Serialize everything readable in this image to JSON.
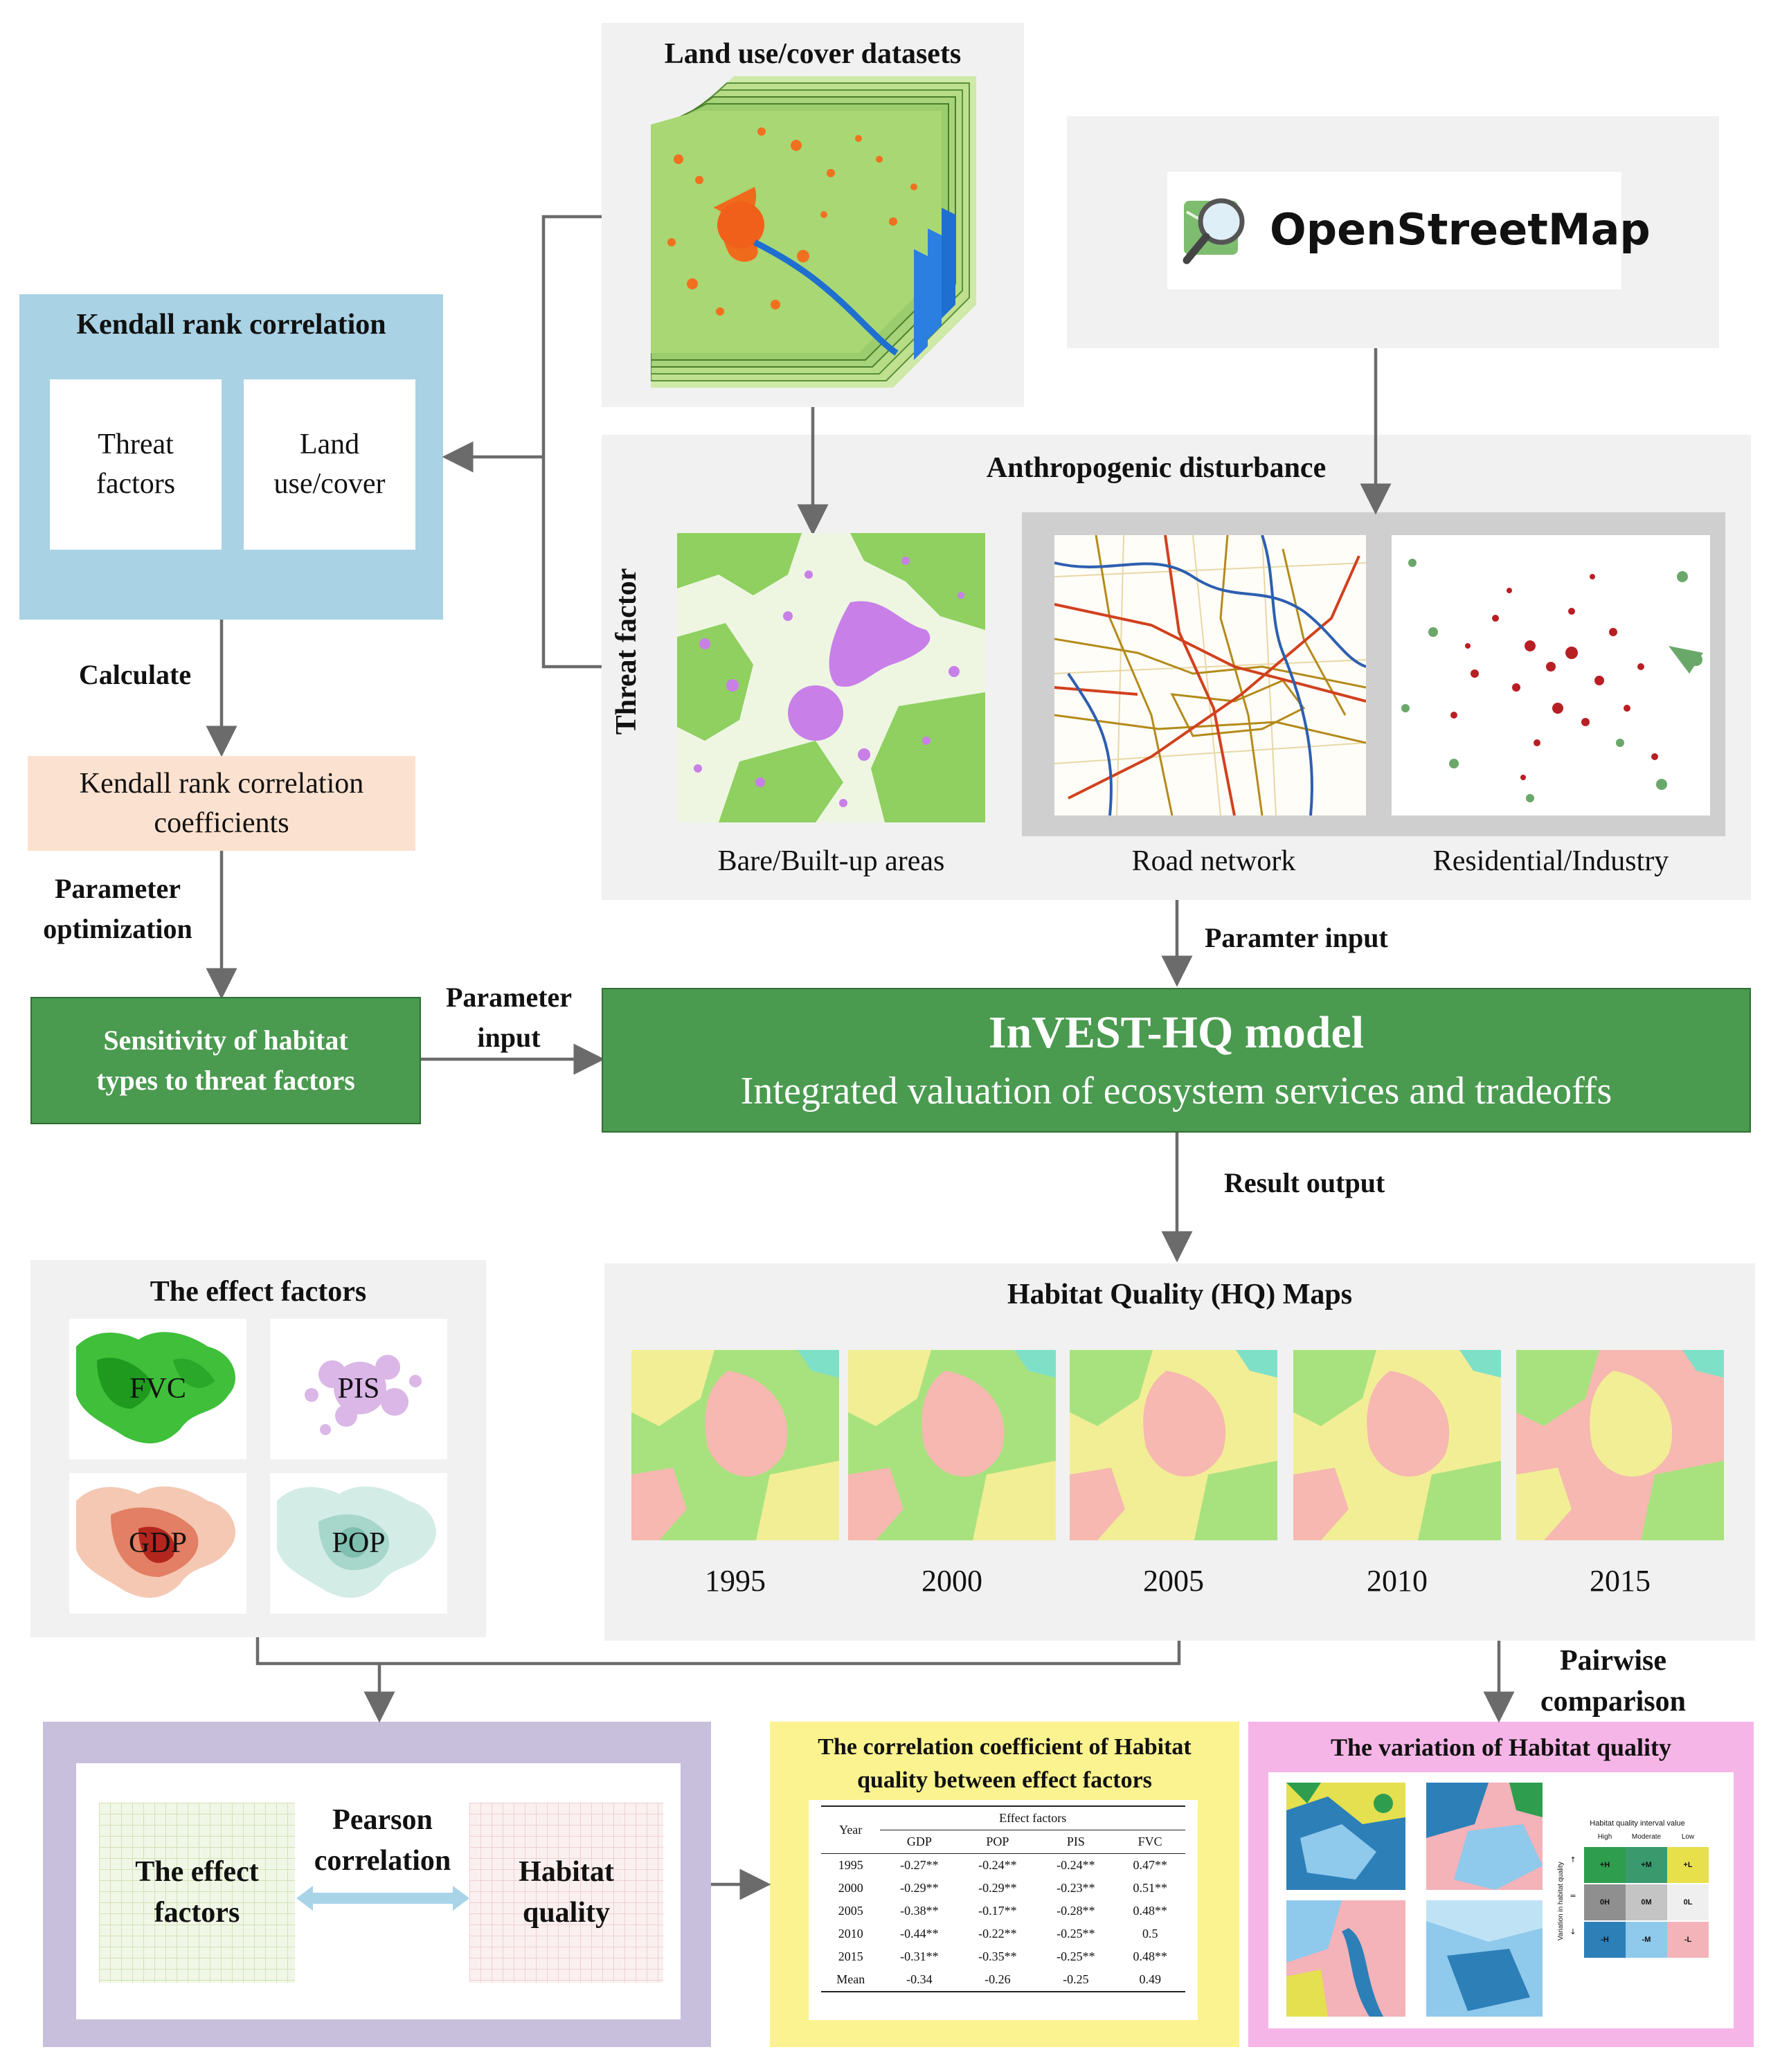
{
  "landuse": {
    "title": "Land use/cover datasets"
  },
  "osm": {
    "logo_text": "OpenStreetMap",
    "colors": {
      "green": "#7ebc6f",
      "dark": "#222222"
    }
  },
  "kendall": {
    "title": "Kendall rank correlation",
    "box1": [
      "Threat",
      "factors"
    ],
    "box2": [
      "Land",
      "use/cover"
    ],
    "calc_label": "Calculate",
    "coeff": [
      "Kendall rank correlation",
      "coefficients"
    ],
    "param_opt": [
      "Parameter",
      "optimization"
    ]
  },
  "threat": {
    "side_label": "Threat factor",
    "anthro_title": "Anthropogenic disturbance",
    "captions": {
      "bare": "Bare/Built-up areas",
      "road": "Road network",
      "res": "Residential/Industry"
    },
    "paramter_input": "Paramter input"
  },
  "sensitivity": {
    "lines": [
      "Sensitivity of habitat",
      "types to threat factors"
    ],
    "param_input": [
      "Parameter",
      "input"
    ]
  },
  "invest": {
    "title": "InVEST-HQ model",
    "subtitle": "Integrated valuation of ecosystem services and tradeoffs",
    "color": "#4a9a4f"
  },
  "result_output": "Result output",
  "effect": {
    "title": "The effect factors",
    "maps": [
      {
        "label": "FVC"
      },
      {
        "label": "PIS"
      },
      {
        "label": "GDP"
      },
      {
        "label": "POP"
      }
    ]
  },
  "hq": {
    "title": "Habitat Quality (HQ) Maps",
    "years": [
      "1995",
      "2000",
      "2005",
      "2010",
      "2015"
    ]
  },
  "pairwise": [
    "Pairwise",
    "comparison"
  ],
  "pearson": {
    "left": [
      "The effect",
      "factors"
    ],
    "middle": [
      "Pearson",
      "correlation"
    ],
    "right": [
      "Habitat",
      "quality"
    ]
  },
  "corr_table": {
    "title": [
      "The correlation coefficient of Habitat",
      "quality between effect factors"
    ],
    "year_header": "Year",
    "group_header": "Effect factors",
    "columns": [
      "GDP",
      "POP",
      "PIS",
      "FVC"
    ],
    "rows": [
      {
        "year": "1995",
        "values": [
          "-0.27**",
          "-0.24**",
          "-0.24**",
          "0.47**"
        ]
      },
      {
        "year": "2000",
        "values": [
          "-0.29**",
          "-0.29**",
          "-0.23**",
          "0.51**"
        ]
      },
      {
        "year": "2005",
        "values": [
          "-0.38**",
          "-0.17**",
          "-0.28**",
          "0.48**"
        ]
      },
      {
        "year": "2010",
        "values": [
          "-0.44**",
          "-0.22**",
          "-0.25**",
          "0.5"
        ]
      },
      {
        "year": "2015",
        "values": [
          "-0.31**",
          "-0.35**",
          "-0.25**",
          "0.48**"
        ]
      },
      {
        "year": "Mean",
        "values": [
          "-0.34",
          "-0.26",
          "-0.25",
          "0.49"
        ]
      }
    ]
  },
  "variation": {
    "title": "The variation of Habitat quality",
    "legend_title": "Habitat quality interval value",
    "legend_cols": [
      "High",
      "Moderate",
      "Low"
    ],
    "legend_axis": "Variation in habitat quality",
    "legend_rows": [
      "↑",
      "=",
      "↓"
    ],
    "matrix": [
      {
        "label": "+H",
        "color": "#2e9e4e"
      },
      {
        "label": "+M",
        "color": "#3a9a6e"
      },
      {
        "label": "+L",
        "color": "#e8e04a"
      },
      {
        "label": "0H",
        "color": "#8f8f8f"
      },
      {
        "label": "0M",
        "color": "#c4c4c4"
      },
      {
        "label": "0L",
        "color": "#efefef"
      },
      {
        "label": "-H",
        "color": "#2d7fb8"
      },
      {
        "label": "-M",
        "color": "#8fc9ec"
      },
      {
        "label": "-L",
        "color": "#f3b3b8"
      }
    ]
  }
}
